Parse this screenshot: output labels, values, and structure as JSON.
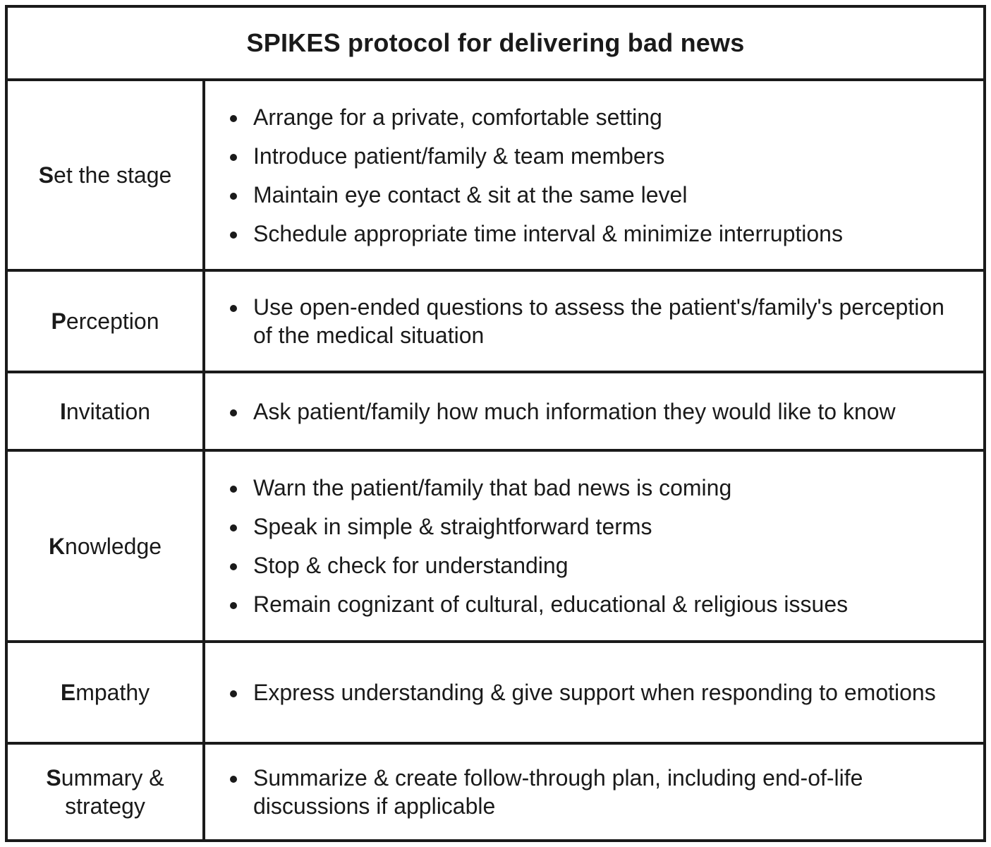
{
  "table": {
    "title": "SPIKES protocol for delivering bad news",
    "rows": [
      {
        "initial": "S",
        "rest": "et the stage",
        "bullets": [
          "Arrange for a private, comfortable setting",
          "Introduce patient/family & team members",
          "Maintain eye contact & sit at the same level",
          "Schedule appropriate time interval & minimize interruptions"
        ]
      },
      {
        "initial": "P",
        "rest": "erception",
        "bullets": [
          "Use open-ended questions to assess the patient's/family's perception of the medical situation"
        ]
      },
      {
        "initial": "I",
        "rest": "nvitation",
        "bullets": [
          "Ask patient/family how much information they would like to know"
        ]
      },
      {
        "initial": "K",
        "rest": "nowledge",
        "bullets": [
          "Warn the patient/family that bad news is coming",
          "Speak in simple & straightforward terms",
          "Stop & check for understanding",
          "Remain cognizant of cultural, educational & religious issues"
        ]
      },
      {
        "initial": "E",
        "rest": "mpathy",
        "bullets": [
          "Express understanding & give support when responding to emotions"
        ]
      },
      {
        "initial": "S",
        "rest": "ummary & strategy",
        "bullets": [
          "Summarize & create follow-through plan, including end-of-life discussions if applicable"
        ]
      }
    ]
  }
}
